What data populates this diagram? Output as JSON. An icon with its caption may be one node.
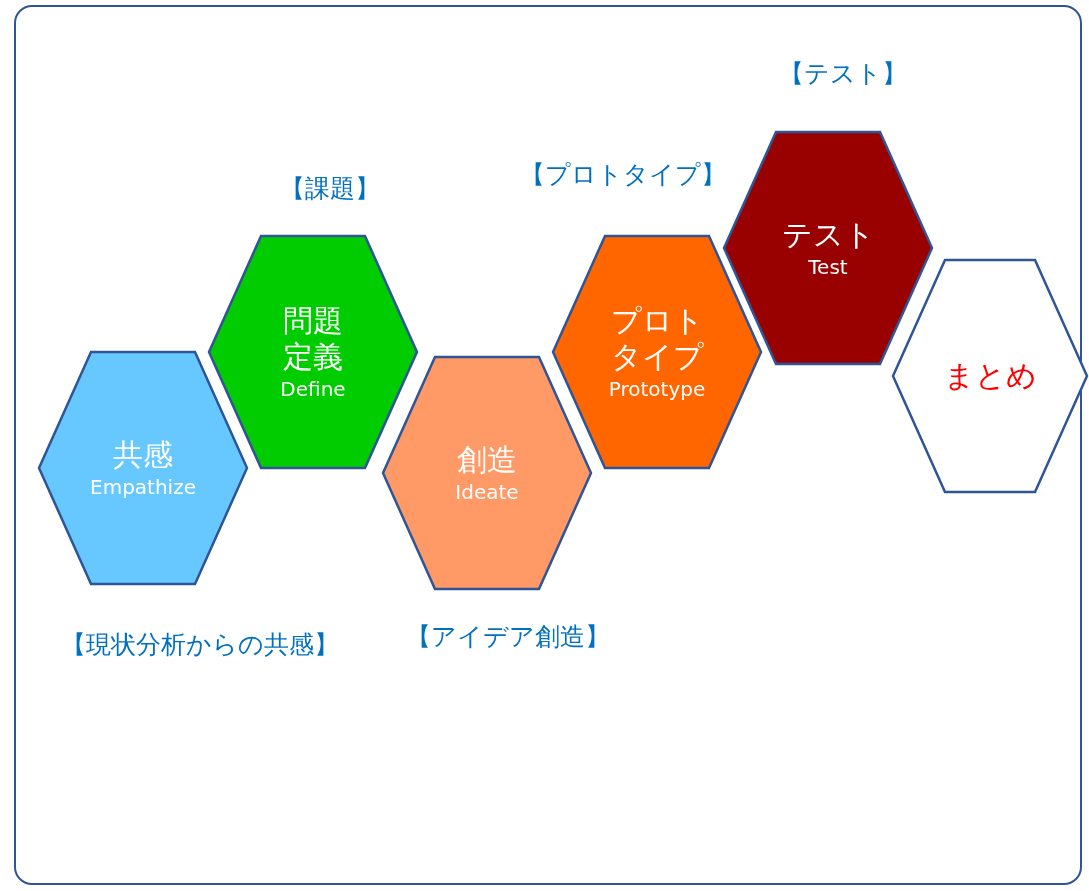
{
  "diagram": {
    "nodes": [
      {
        "text": [
          "共感",
          "Empathize"
        ],
        "beside": [
          "【現状分析からの共感】"
        ]
      },
      {
        "text": [
          "問題定義",
          "Define"
        ],
        "beside": [
          "【課題】"
        ]
      },
      {
        "text": [
          "創造",
          "Ideate"
        ],
        "beside": [
          "【アイデア創造】"
        ]
      },
      {
        "text": [
          "プロトタイプ",
          "Prototype"
        ]
      },
      {
        "text": [
          "テスト",
          "Test"
        ],
        "beside": [
          "【テスト】"
        ]
      },
      {
        "text": [
          "まとめ"
        ]
      }
    ],
    "labels": [
      "【プロトタイプ】"
    ]
  }
}
